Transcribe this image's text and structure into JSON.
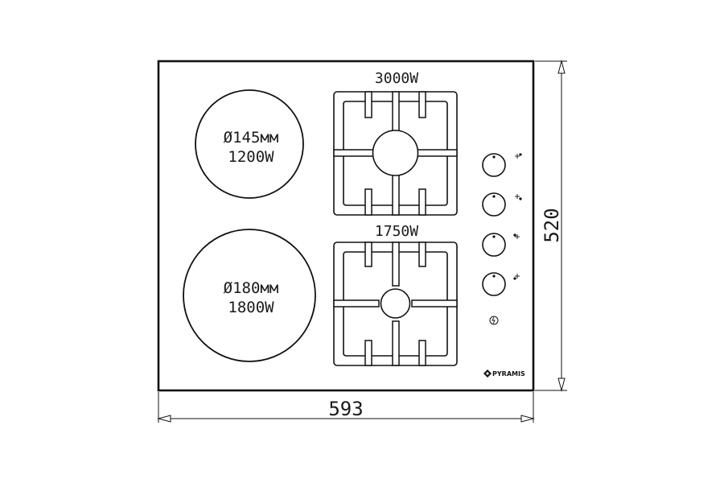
{
  "hob": {
    "zones": [
      {
        "diameter": "Ø145мм",
        "power": "1200W"
      },
      {
        "diameter": "Ø180мм",
        "power": "1800W"
      }
    ],
    "burners": [
      {
        "power": "3000W"
      },
      {
        "power": "1750W"
      }
    ],
    "controls": {
      "knob_count": 4,
      "ignition_icon": "ignition-symbol-icon"
    },
    "brand": "PYRAMIS"
  },
  "dimensions": {
    "width": "593",
    "height": "520"
  },
  "colors": {
    "line": "#111111",
    "background": "#ffffff"
  }
}
